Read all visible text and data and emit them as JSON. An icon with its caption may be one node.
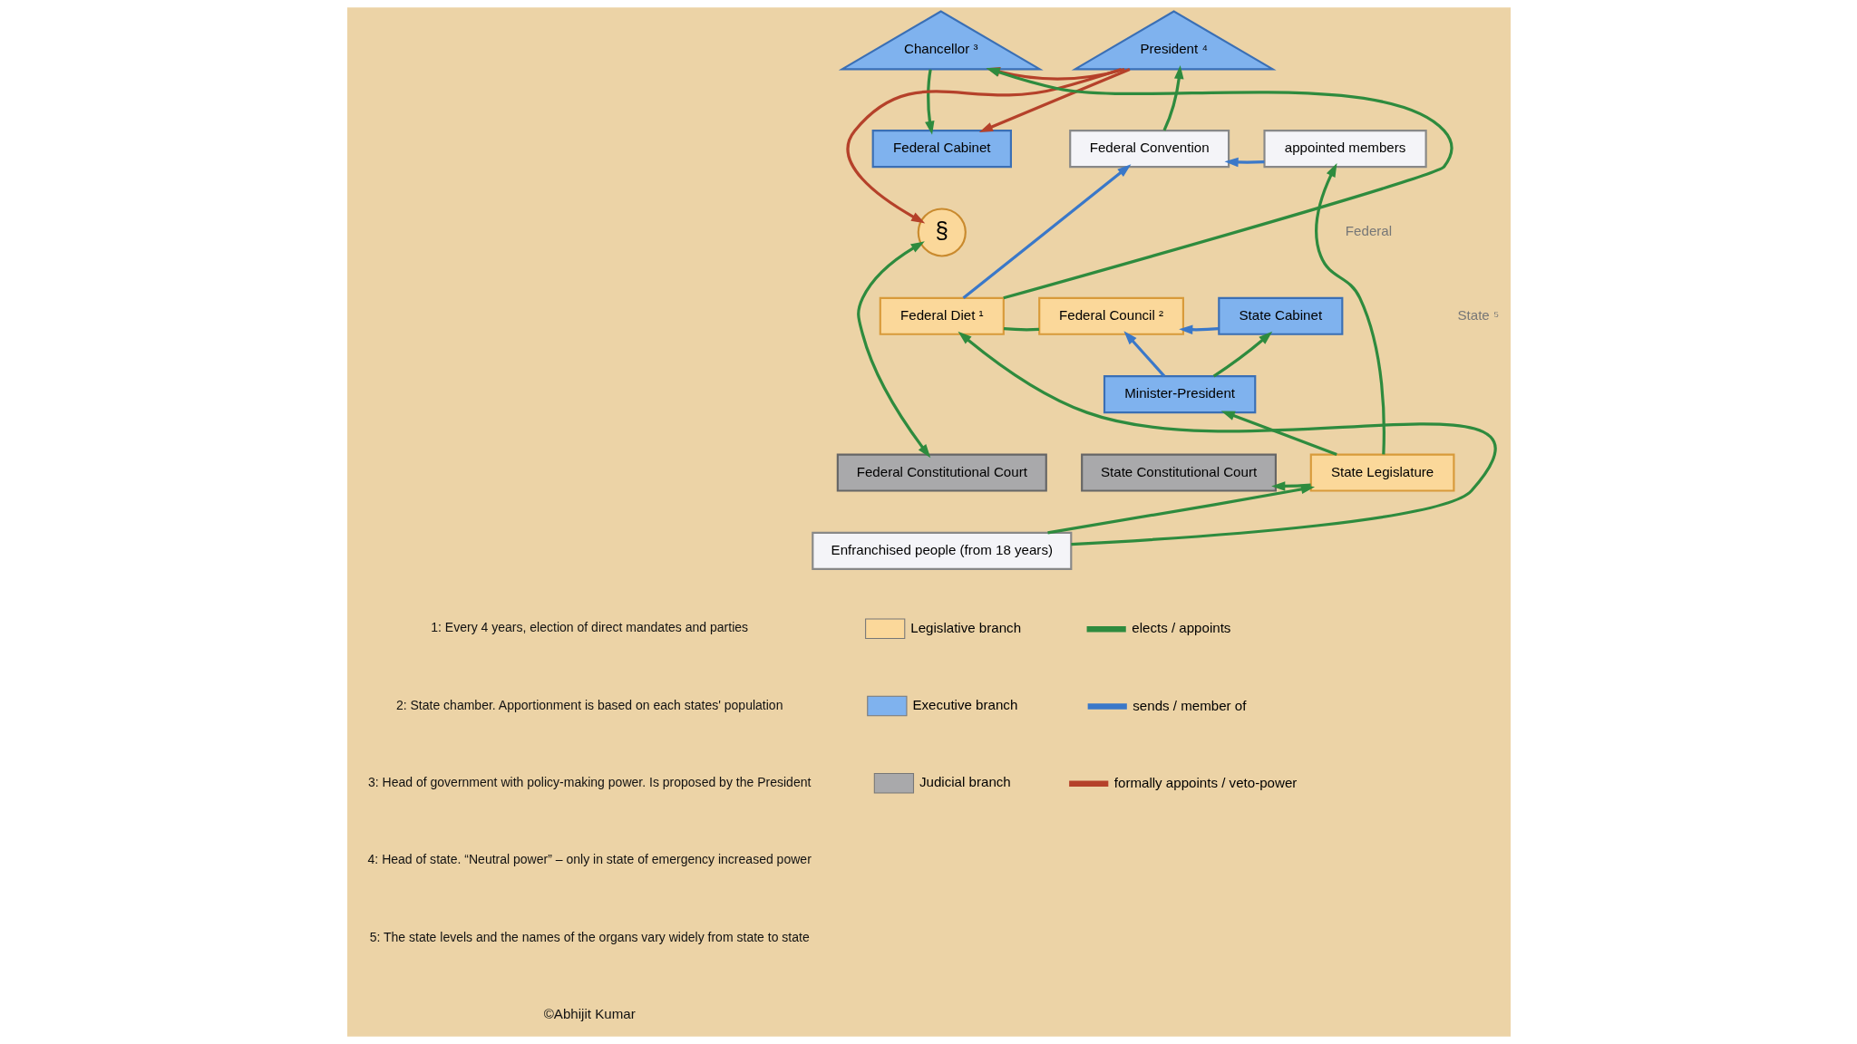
{
  "diagram": {
    "nodes": [
      {
        "text": [
          "Chancellor ³"
        ]
      },
      {
        "text": [
          "President ⁴"
        ]
      },
      {
        "text": [
          "Federal Cabinet"
        ]
      },
      {
        "text": [
          "Federal Convention"
        ]
      },
      {
        "text": [
          "appointed members"
        ]
      },
      {
        "text": [
          "§"
        ]
      },
      {
        "text": [
          "Federal Diet ¹"
        ]
      },
      {
        "text": [
          "Federal Council ²"
        ]
      },
      {
        "text": [
          "State Cabinet"
        ]
      },
      {
        "text": [
          "Minister-President"
        ]
      },
      {
        "text": [
          "Federal Constitutional Court"
        ]
      },
      {
        "text": [
          "State Constitutional Court"
        ]
      },
      {
        "text": [
          "State Legislature"
        ]
      },
      {
        "text": [
          "Enfranchised people (from 18 years)"
        ]
      }
    ],
    "edges": [
      {
        "from": 6,
        "to": 0,
        "arrow": "to"
      },
      {
        "from": 0,
        "to": 2,
        "arrow": "to"
      },
      {
        "from": 1,
        "to": 0,
        "arrow": "to",
        "color": "#b5412a"
      },
      {
        "from": 1,
        "to": 2,
        "arrow": "to",
        "color": "#b5412a"
      },
      {
        "from": 1,
        "to": 5,
        "arrow": "to",
        "color": "#b5412a"
      },
      {
        "from": 6,
        "to": 3,
        "arrow": "to",
        "color": "#3a78c9"
      },
      {
        "from": 3,
        "to": 1,
        "arrow": "to"
      },
      {
        "from": 4,
        "to": 3,
        "arrow": "to",
        "color": "#3a78c9"
      },
      {
        "from": 12,
        "to": 4,
        "arrow": "to"
      },
      {
        "from": 5,
        "to": 10,
        "arrow": "both"
      },
      {
        "from": 6,
        "to": 7,
        "arrow": "none"
      },
      {
        "from": 8,
        "to": 7,
        "arrow": "to",
        "color": "#3a78c9"
      },
      {
        "from": 9,
        "to": 7,
        "arrow": "to",
        "color": "#3a78c9"
      },
      {
        "from": 9,
        "to": 8,
        "arrow": "to"
      },
      {
        "from": 12,
        "to": 9,
        "arrow": "to"
      },
      {
        "from": 12,
        "to": 11,
        "arrow": "to"
      },
      {
        "from": 13,
        "to": 6,
        "arrow": "to"
      },
      {
        "from": 13,
        "to": 12,
        "arrow": "to"
      }
    ],
    "labels": [
      "Federal",
      "State ⁵",
      "1: Every 4 years, election of direct mandates and parties",
      "2: State chamber. Apportionment is based on each states' population",
      "3: Head of government with policy-making power. Is proposed by the President",
      "4: Head of state. “Neutral power” – only in state of emergency increased power",
      "5: The state levels and the names of the organs vary widely from state to state",
      "©Abhijit Kumar"
    ],
    "legend": [
      {
        "text": "Legislative branch",
        "color": "#fbd89a"
      },
      {
        "text": "Executive branch",
        "color": "#7fb2ee"
      },
      {
        "text": "Judicial branch",
        "color": "#a9a9ab"
      },
      {
        "text": "elects / appoints",
        "color": "#2e8b3e"
      },
      {
        "text": "sends / member of",
        "color": "#3a78c9"
      },
      {
        "text": "formally appoints / veto-power",
        "color": "#b5412a"
      }
    ]
  }
}
